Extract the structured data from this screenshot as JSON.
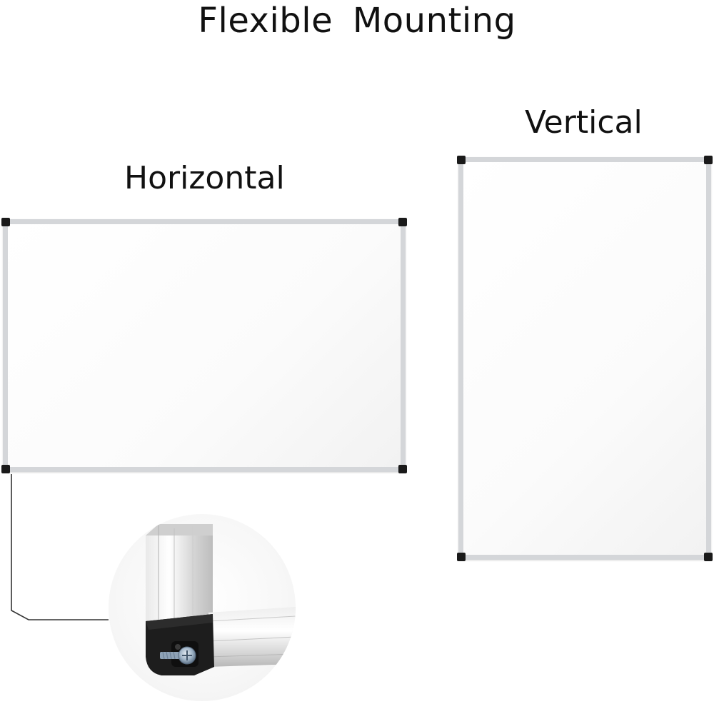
{
  "title": "Flexible  Mounting",
  "labels": {
    "horizontal": "Horizontal",
    "vertical": "Vertical"
  },
  "colors": {
    "frame": "#d4d6d9",
    "corner_caps": "#1a1a1a",
    "surface": "#ffffff"
  },
  "detail": {
    "icon": "corner-bracket-screw-icon"
  }
}
